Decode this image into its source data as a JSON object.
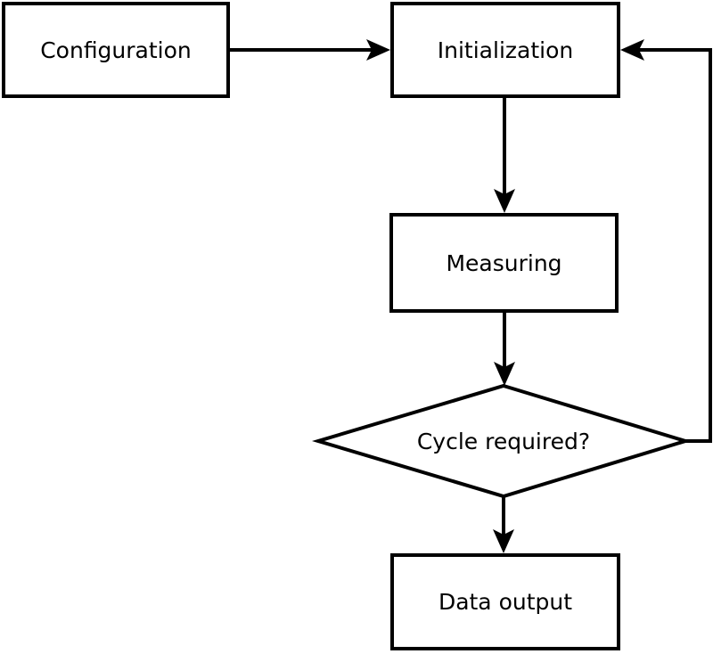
{
  "diagram": {
    "type": "flowchart",
    "colors": {
      "background": "#ffffff",
      "stroke": "#000000",
      "node_fill": "#ffffff",
      "text": "#000000"
    },
    "nodes": {
      "configuration": {
        "label": "Configuration",
        "shape": "rectangle"
      },
      "initialization": {
        "label": "Initialization",
        "shape": "rectangle"
      },
      "measuring": {
        "label": "Measuring",
        "shape": "rectangle"
      },
      "decision": {
        "label": "Cycle required?",
        "shape": "diamond"
      },
      "data_output": {
        "label": "Data output",
        "shape": "rectangle"
      }
    },
    "edges": [
      {
        "from": "configuration",
        "to": "initialization",
        "type": "arrow",
        "route": "horizontal"
      },
      {
        "from": "initialization",
        "to": "measuring",
        "type": "arrow",
        "route": "vertical"
      },
      {
        "from": "measuring",
        "to": "decision",
        "type": "arrow",
        "route": "vertical"
      },
      {
        "from": "decision",
        "to": "data_output",
        "type": "arrow",
        "route": "vertical"
      },
      {
        "from": "decision",
        "to": "initialization",
        "type": "arrow",
        "route": "right-side-loop"
      }
    ]
  }
}
